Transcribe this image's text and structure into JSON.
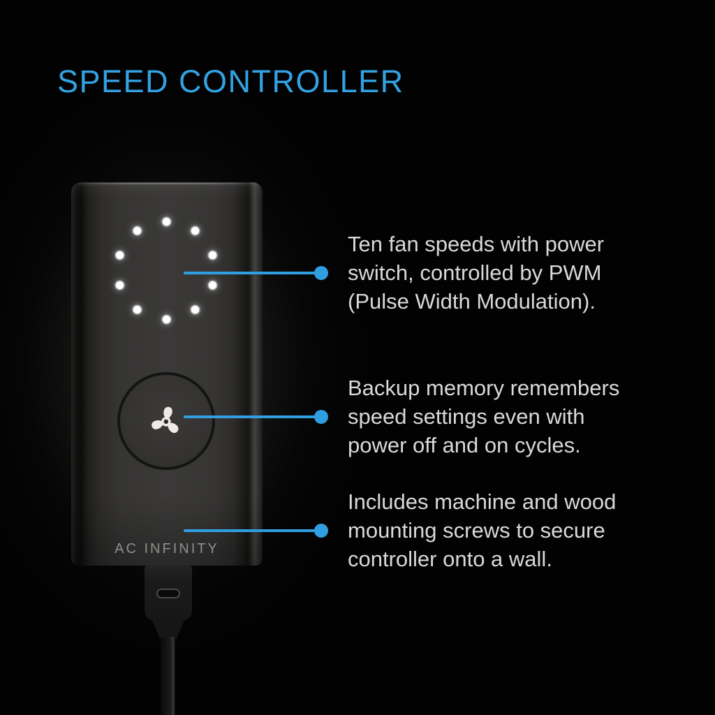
{
  "page": {
    "title": "SPEED CONTROLLER",
    "background_color": "#020202",
    "accent_color": "#2F9FE1",
    "text_color": "#D9D9D7"
  },
  "device": {
    "brand_label": "AC INFINITY",
    "led_count": 10,
    "led_color": "#FFFFFF",
    "body_color": "#3A3938"
  },
  "icons": {
    "fan": "fan-icon",
    "usb_port": "usb-c-port-icon"
  },
  "annotations": [
    {
      "lines": [
        "Ten fan speeds with power",
        "switch, controlled by PWM",
        "(Pulse Width Modulation)."
      ]
    },
    {
      "lines": [
        "Backup memory remembers",
        "speed settings even with",
        "power off and on cycles."
      ]
    },
    {
      "lines": [
        "Includes machine and wood",
        "mounting screws to secure",
        "controller onto a wall."
      ]
    }
  ]
}
